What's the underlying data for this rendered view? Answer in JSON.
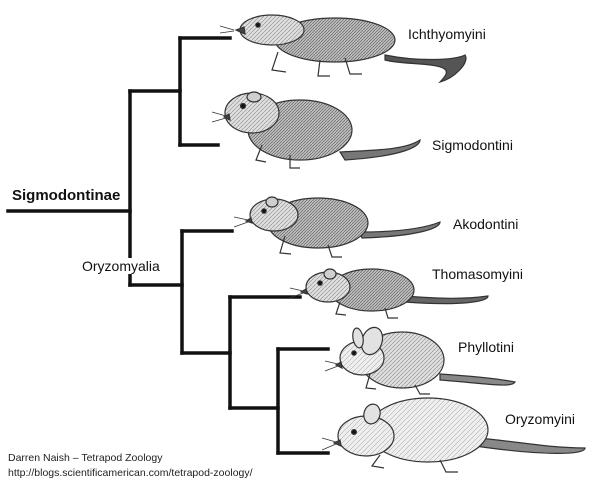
{
  "tree": {
    "root_label": "Sigmodontinae",
    "clade_label": "Oryzomyalia",
    "taxa": [
      {
        "name": "Ichthyomyini",
        "icon": "water-rat-icon"
      },
      {
        "name": "Sigmodontini",
        "icon": "cotton-rat-icon"
      },
      {
        "name": "Akodontini",
        "icon": "grass-mouse-icon"
      },
      {
        "name": "Thomasomyini",
        "icon": "forest-mouse-icon"
      },
      {
        "name": "Phyllotini",
        "icon": "leaf-eared-mouse-icon"
      },
      {
        "name": "Oryzomyini",
        "icon": "rice-rat-icon"
      }
    ]
  },
  "credit": {
    "line1": "Darren Naish – Tetrapod Zoology",
    "line2": "http://blogs.scientificamerican.com/tetrapod-zoology/"
  },
  "colors": {
    "branch": "#111111",
    "animal_fill": "#d9d9d9",
    "animal_outline": "#333333"
  }
}
